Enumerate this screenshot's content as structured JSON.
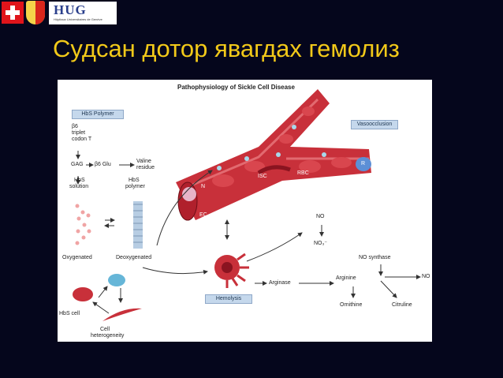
{
  "slide": {
    "title": "Судсан дотор явагдах гемолиз",
    "logos": [
      "swiss-flag",
      "geneva-coat-of-arms",
      "hug-logo"
    ],
    "hug_logo_text": "HUG",
    "hug_logo_subtext": "Hôpitaux Universitaires de Genève"
  },
  "figure": {
    "title": "Pathophysiology of Sickle Cell Disease",
    "boxes": {
      "hbs_polymer": "HbS Polymer",
      "vasoocclusion": "Vasoocclusion",
      "hemolysis": "Hemolysis"
    },
    "labels": {
      "b6": "β6",
      "triplet": "triplet",
      "codon_t": "codon T",
      "gag": "GAG",
      "b6_glu": "β6 Glu",
      "valine": "Valine",
      "residue": "residue",
      "hbs_solution_1": "HbS",
      "hbs_solution_2": "solution",
      "hbs_polymer_1": "HbS",
      "hbs_polymer_2": "polymer",
      "oxygenated": "Oxygenated",
      "deoxygenated": "Deoxygenated",
      "hbs_cell": "HbS cell",
      "cell": "Cell",
      "heterogeneity": "heterogeneity",
      "isc": "ISC",
      "rbc": "RBC",
      "r": "R",
      "n": "N",
      "ec": "EC",
      "no_top": "NO",
      "no3": "NO₃⁻",
      "no_synthase": "NO synthase",
      "arginase": "Arginase",
      "arginine": "Arginine",
      "no_right": "NO",
      "ornithine": "Ornithine",
      "citruline": "Citruline"
    }
  },
  "colors": {
    "background": "#05061c",
    "title": "#f2c919",
    "vessel": "#c8303a",
    "label_box": "#c5d8ec"
  }
}
